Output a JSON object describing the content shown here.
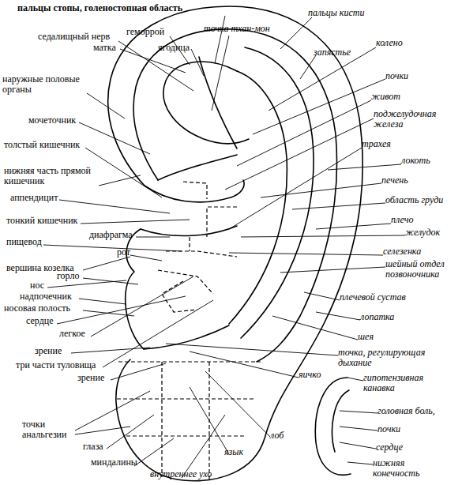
{
  "diagram": {
    "labels": [
      "пальцы стопы, голеностопная область",
      "геморрой",
      "седалищный нерв",
      "матка",
      "ягодица",
      "точка тхан-мон",
      "пальцы кисти",
      "колено",
      "запястье",
      "наружные половые органы",
      "почки",
      "живот",
      "поджелудочная железа",
      "мочеточник",
      "толстый кишечник",
      "трахея",
      "локоть",
      "нижняя часть прямой кишечник",
      "печень",
      "аппендицит",
      "область груди",
      "плечо",
      "тонкий кишечник",
      "желудок",
      "диафрагма",
      "пищевод",
      "рот",
      "селезенка",
      "шейный отдел позвоночника",
      "вершина козелка",
      "горло",
      "нос",
      "надпочечник",
      "плечевой сустав",
      "носовая полость",
      "лопатка",
      "сердце",
      "легкое",
      "шея",
      "зрение",
      "точка, регулирующая дыхание",
      "три части туловища",
      "яичко",
      "гипотензивная канавка",
      "зрение",
      "головная боль,",
      "точки анальгезии",
      "почки",
      "лоб",
      "глаза",
      "сердце",
      "язык",
      "миндалины",
      "нижняя конечность",
      "внутреннее ухо"
    ]
  }
}
